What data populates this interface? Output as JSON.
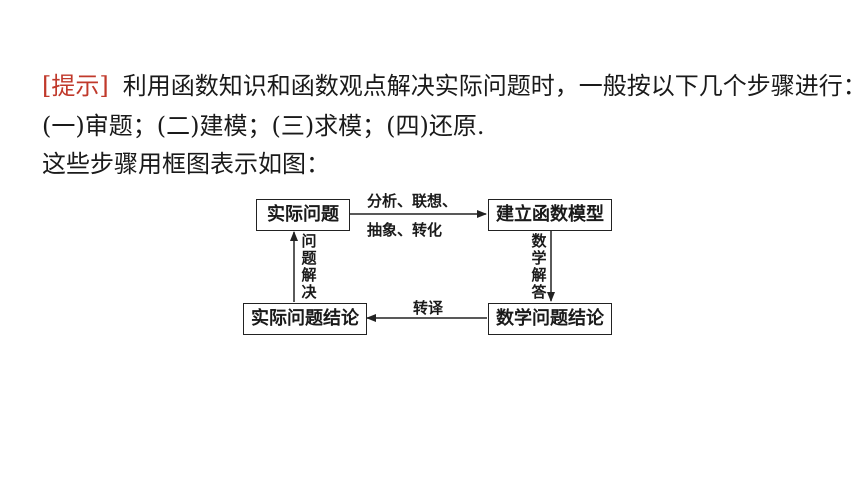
{
  "text": {
    "hint_label": "[提示]",
    "line1_rest": "利用函数知识和函数观点解决实际问题时，一般按以下几个步骤进行：",
    "line2": "(一)审题；(二)建模；(三)求模；(四)还原.",
    "line3": "这些步骤用框图表示如图："
  },
  "diagram": {
    "nodes": {
      "real_problem": "实际问题",
      "math_model": "建立函数模型",
      "real_conclusion": "实际问题结论",
      "math_conclusion": "数学问题结论"
    },
    "edges": {
      "analyze": "分析、联想、",
      "abstract": "抽象、转化",
      "answer": "数学解答",
      "translate": "转译",
      "solve": "问题解决"
    }
  },
  "colors": {
    "hint": "#c0392b",
    "text": "#1a1a1a",
    "line": "#222222"
  }
}
